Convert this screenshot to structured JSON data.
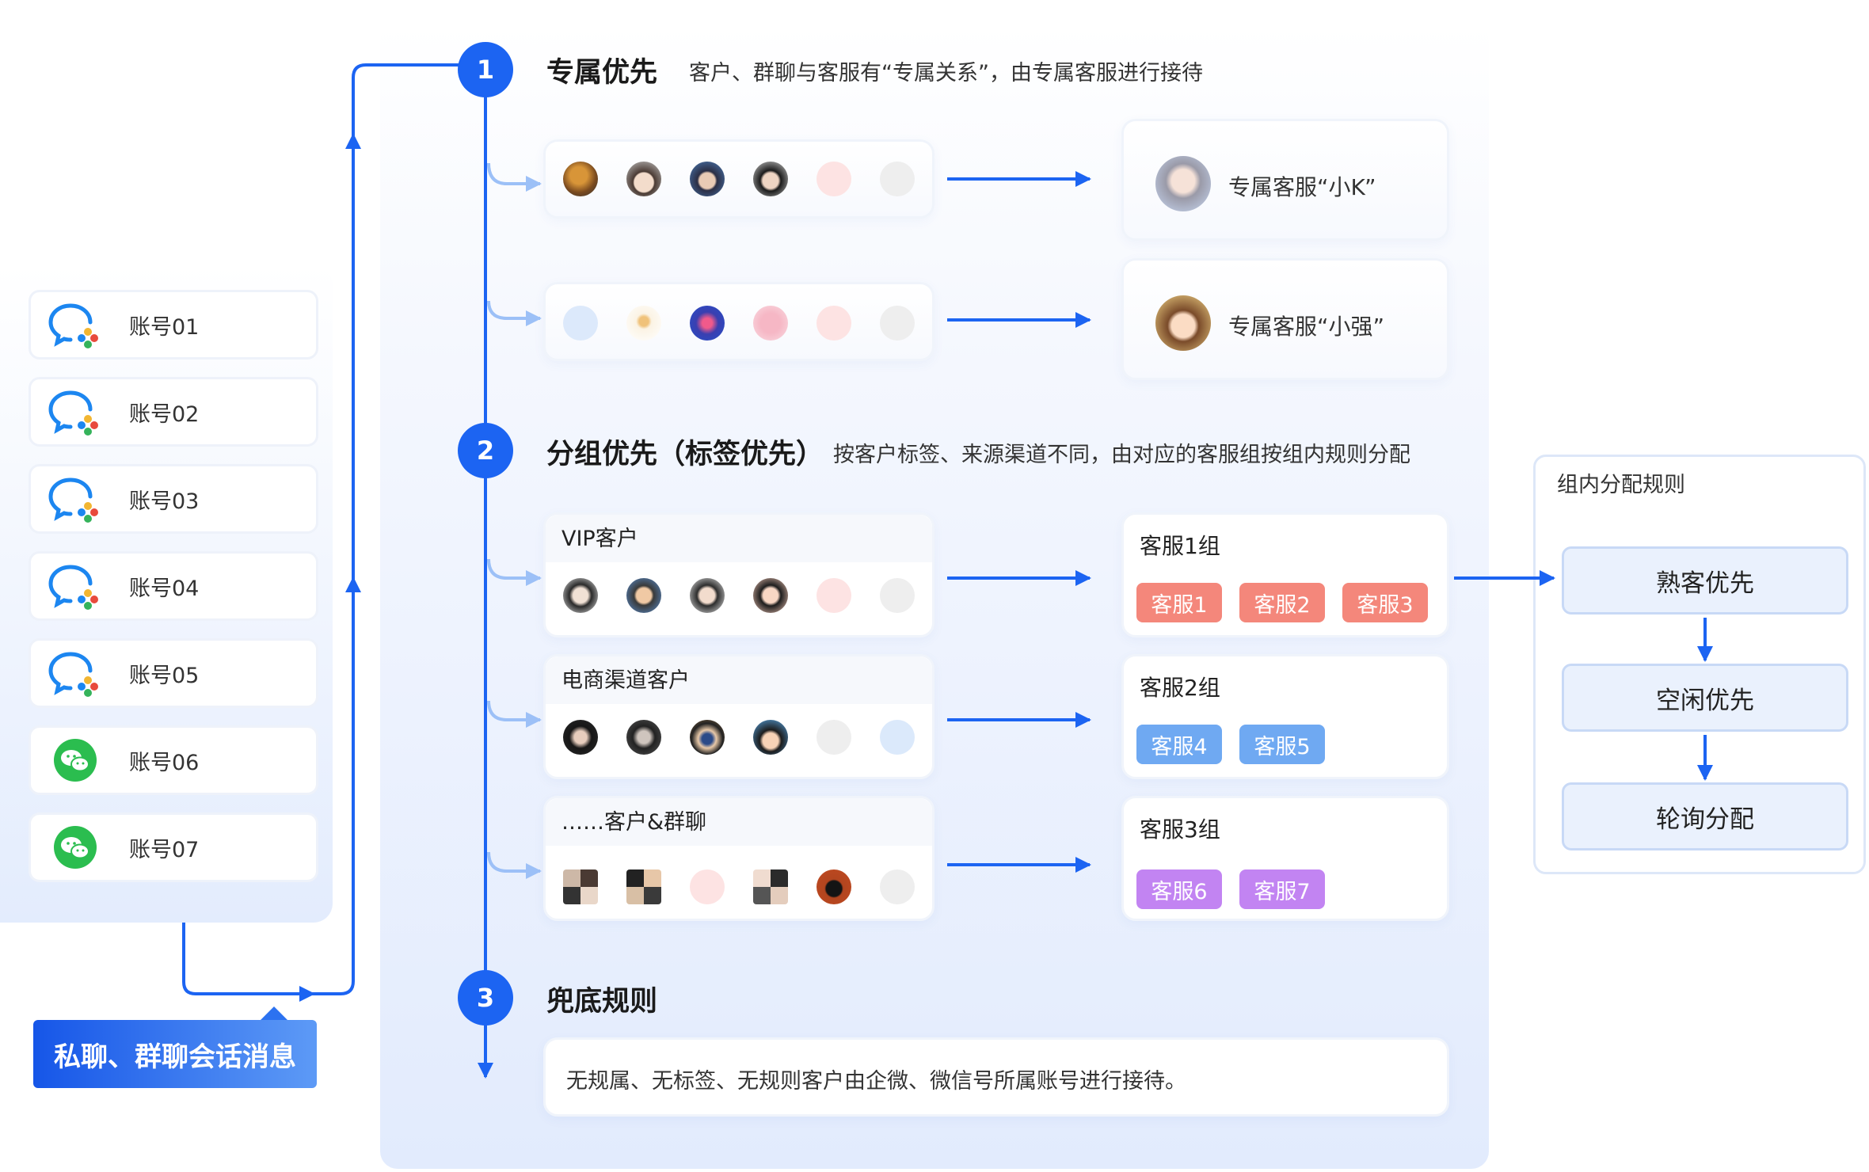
{
  "source_label": "私聊、群聊会话消息",
  "accounts": [
    {
      "label": "账号01",
      "icon": "wecom-icon"
    },
    {
      "label": "账号02",
      "icon": "wecom-icon"
    },
    {
      "label": "账号03",
      "icon": "wecom-icon"
    },
    {
      "label": "账号04",
      "icon": "wecom-icon"
    },
    {
      "label": "账号05",
      "icon": "wecom-icon"
    },
    {
      "label": "账号06",
      "icon": "wechat-icon"
    },
    {
      "label": "账号07",
      "icon": "wechat-icon"
    }
  ],
  "steps": [
    {
      "num": "1",
      "title": "专属优先",
      "desc": "客户、群聊与客服有“专属关系”，由专属客服进行接待"
    },
    {
      "num": "2",
      "title": "分组优先（标签优先）",
      "desc": "按客户标签、来源渠道不同，由对应的客服组按组内规则分配"
    },
    {
      "num": "3",
      "title": "兜底规则",
      "desc": "无规属、无标签、无规则客户由企微、微信号所属账号进行接待。"
    }
  ],
  "exclusive_agents": [
    {
      "label": "专属客服“小K”"
    },
    {
      "label": "专属客服“小强”"
    }
  ],
  "customer_groups": [
    {
      "label": "VIP客户"
    },
    {
      "label": "电商渠道客户"
    },
    {
      "label": "……客户&群聊"
    }
  ],
  "agent_groups": [
    {
      "title": "客服1组",
      "chips": [
        "客服1",
        "客服2",
        "客服3"
      ]
    },
    {
      "title": "客服2组",
      "chips": [
        "客服4",
        "客服5"
      ]
    },
    {
      "title": "客服3组",
      "chips": [
        "客服6",
        "客服7"
      ]
    }
  ],
  "rules": {
    "title": "组内分配规则",
    "items": [
      "熟客优先",
      "空闲优先",
      "轮询分配"
    ]
  },
  "colors": {
    "accent": "#1c64f2",
    "chip_group1": "#f4877b",
    "chip_group2": "#6fa9f2",
    "chip_group3": "#c284f2",
    "wechat": "#2bbd4f"
  }
}
